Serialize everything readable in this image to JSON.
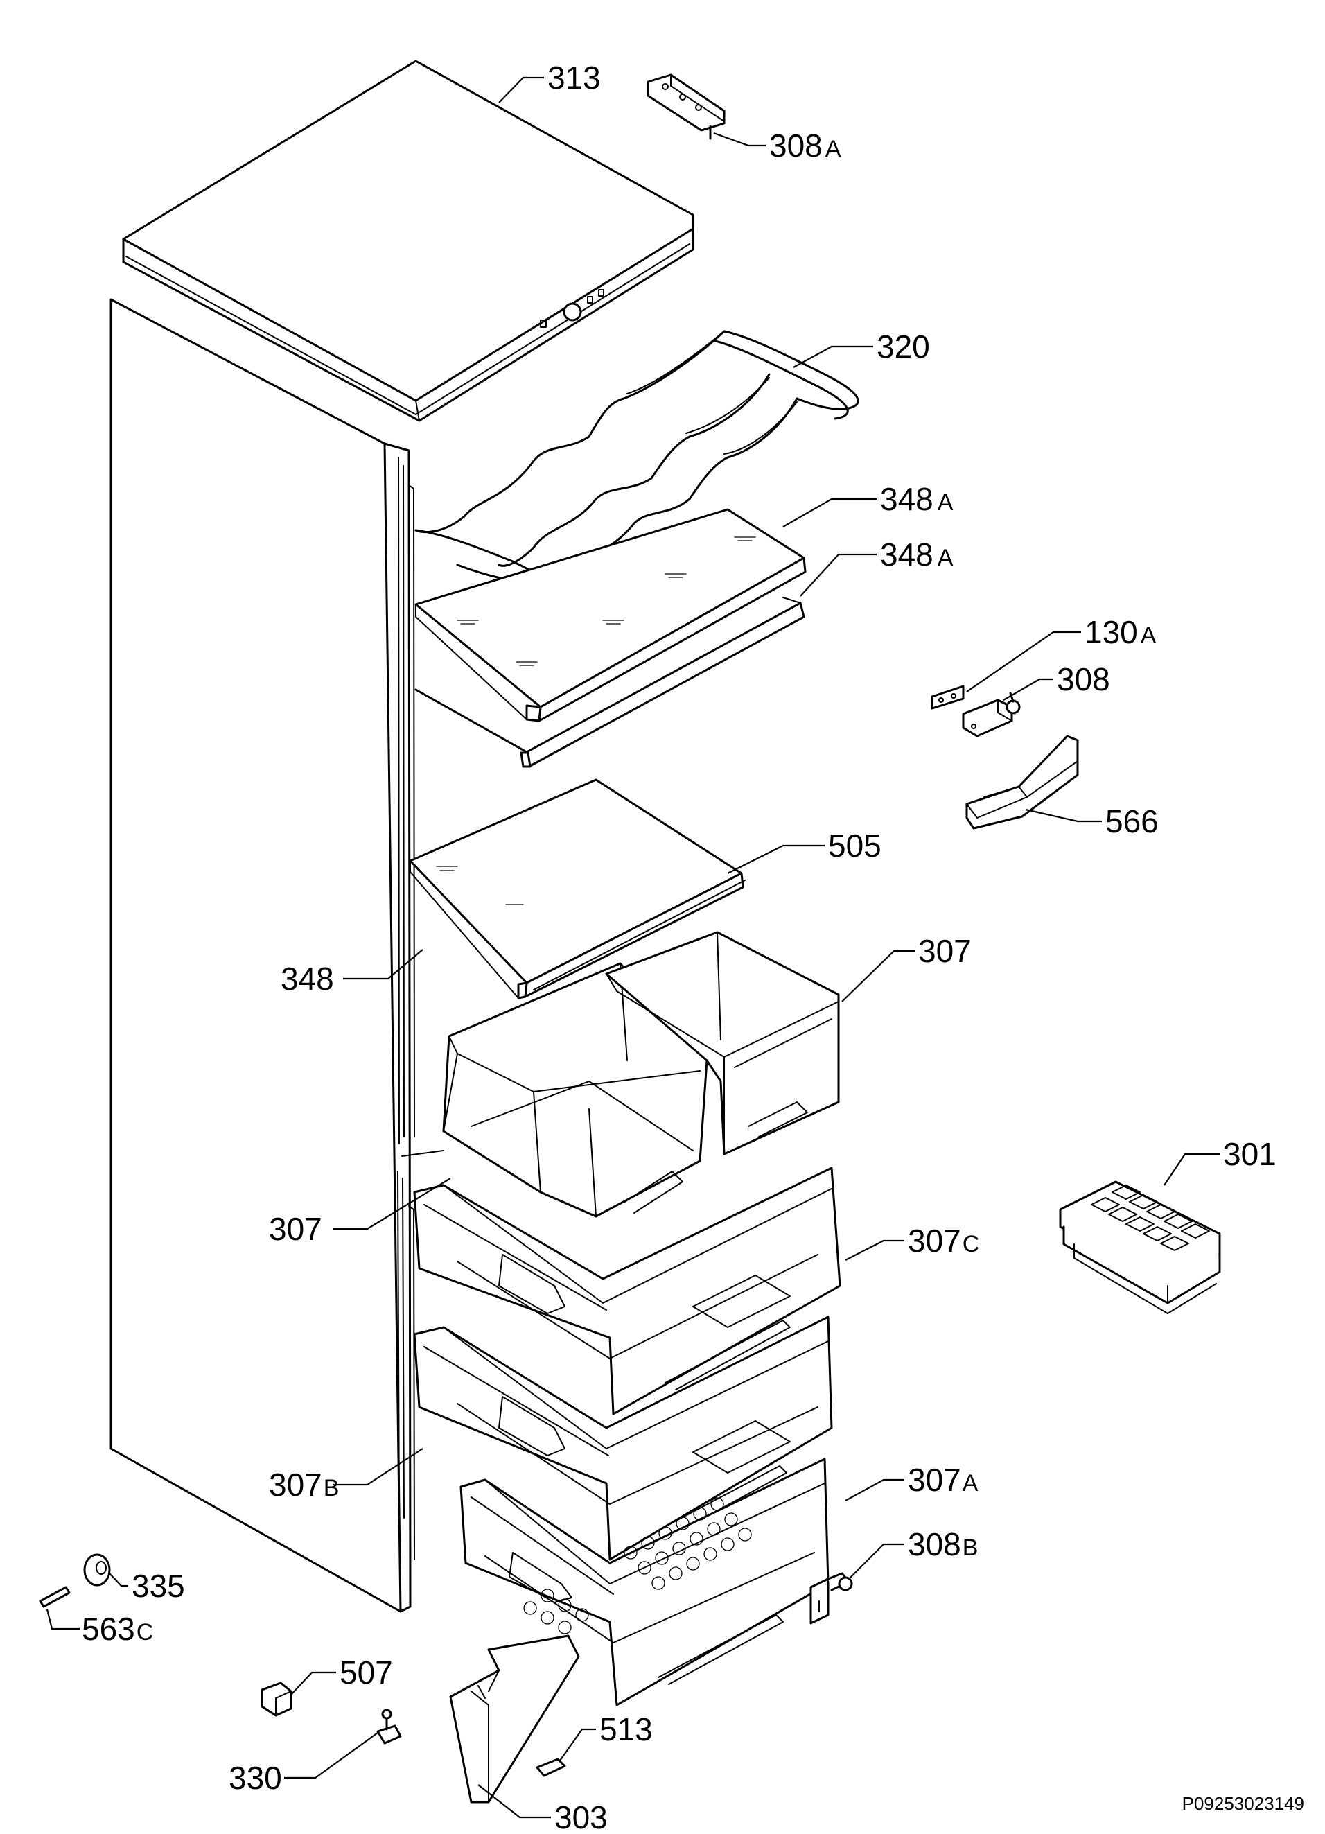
{
  "callouts": {
    "c313": {
      "num": "313",
      "suffix": ""
    },
    "c308a": {
      "num": "308",
      "suffix": "A"
    },
    "c320": {
      "num": "320",
      "suffix": ""
    },
    "c348a_1": {
      "num": "348",
      "suffix": "A"
    },
    "c348a_2": {
      "num": "348",
      "suffix": "A"
    },
    "c130a": {
      "num": "130",
      "suffix": "A"
    },
    "c308": {
      "num": "308",
      "suffix": ""
    },
    "c566": {
      "num": "566",
      "suffix": ""
    },
    "c505": {
      "num": "505",
      "suffix": ""
    },
    "c348": {
      "num": "348",
      "suffix": ""
    },
    "c307_right": {
      "num": "307",
      "suffix": ""
    },
    "c301": {
      "num": "301",
      "suffix": ""
    },
    "c307_left": {
      "num": "307",
      "suffix": ""
    },
    "c307c": {
      "num": "307",
      "suffix": "C"
    },
    "c307b": {
      "num": "307",
      "suffix": "B"
    },
    "c307a": {
      "num": "307",
      "suffix": "A"
    },
    "c308b": {
      "num": "308",
      "suffix": "B"
    },
    "c335": {
      "num": "335",
      "suffix": ""
    },
    "c563c": {
      "num": "563",
      "suffix": "C"
    },
    "c507": {
      "num": "507",
      "suffix": ""
    },
    "c513": {
      "num": "513",
      "suffix": ""
    },
    "c330": {
      "num": "330",
      "suffix": ""
    },
    "c303": {
      "num": "303",
      "suffix": ""
    }
  },
  "document_number": "P09253023149"
}
